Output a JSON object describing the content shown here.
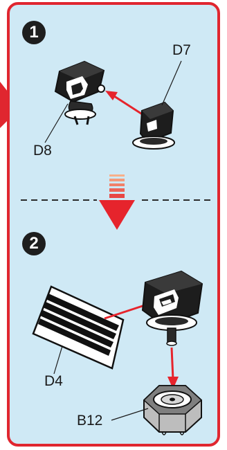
{
  "colors": {
    "panel_bg": "#cfe9f5",
    "border_red": "#e0262f",
    "ink": "#1a1a1a",
    "arrow_red": "#e6242c"
  },
  "steps": [
    {
      "number": "1",
      "labels": {
        "top_right": "D7",
        "left": "D8"
      }
    },
    {
      "number": "2",
      "labels": {
        "left": "D4",
        "bottom": "B12"
      }
    }
  ]
}
